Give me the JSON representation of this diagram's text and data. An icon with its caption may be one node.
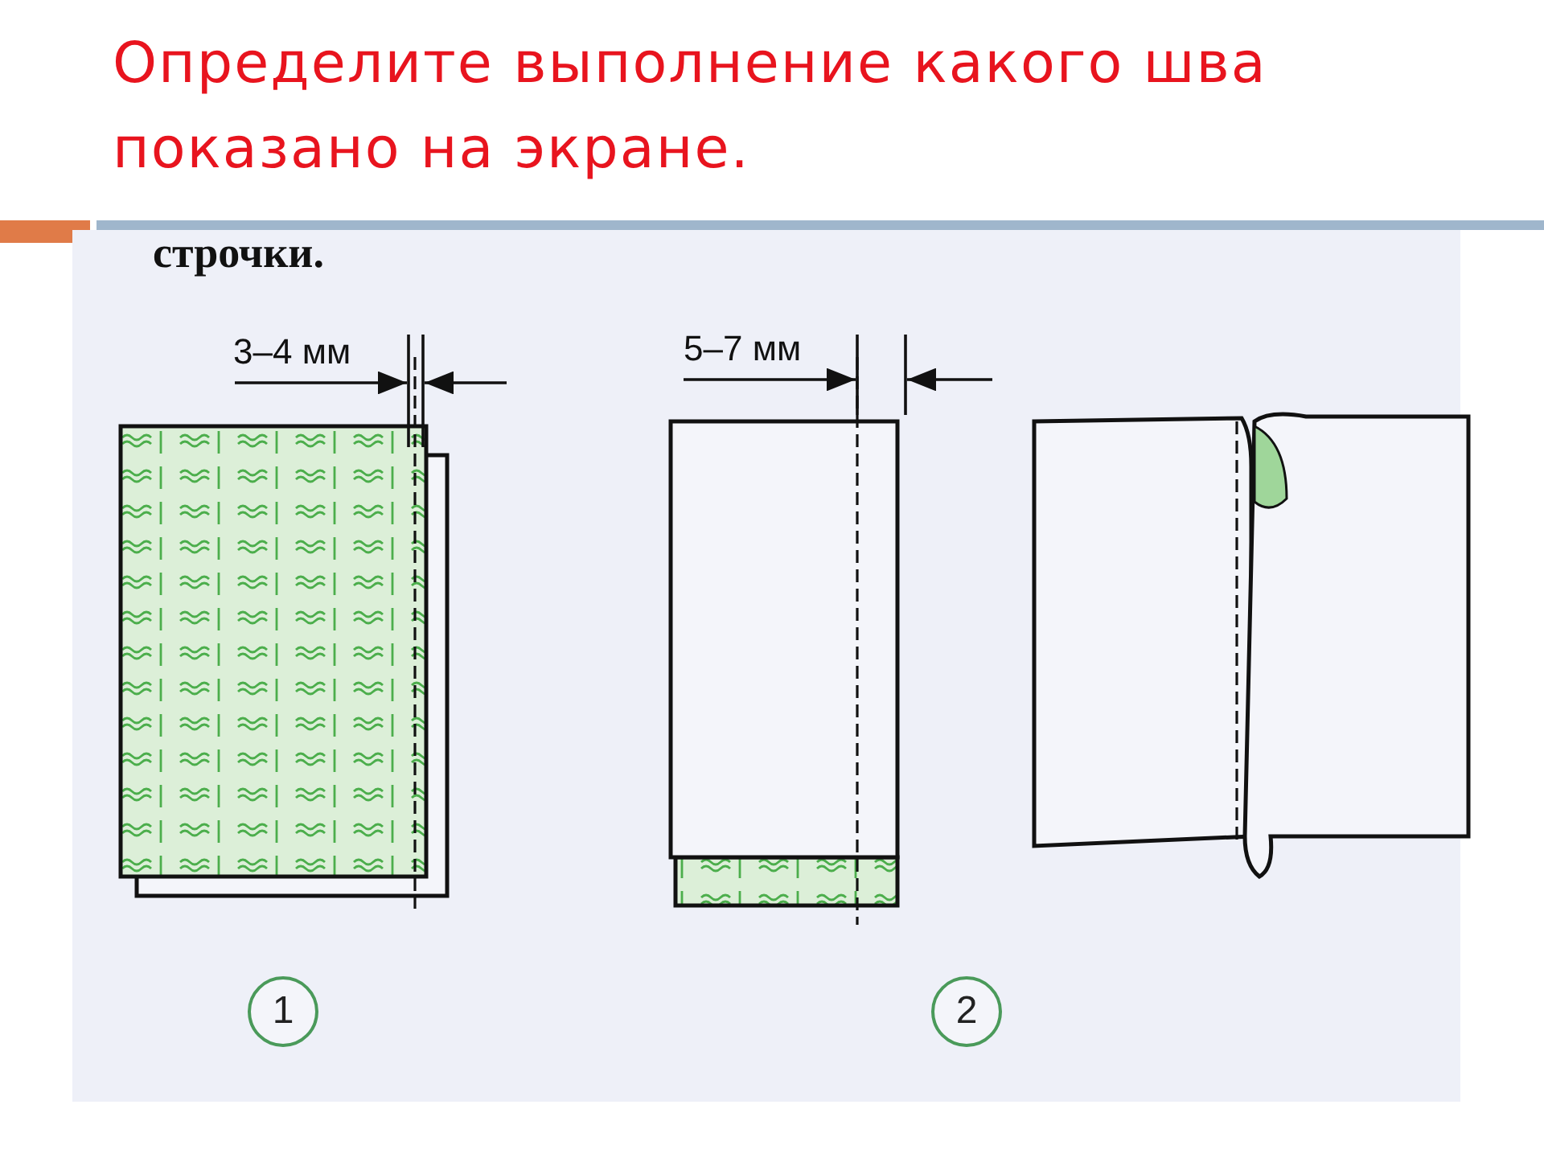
{
  "diagram": {
    "title": "Определите выполнение какого шва показано на экране.",
    "labels": [
      "строчки.",
      "3–4 мм",
      "5–7 мм",
      "1",
      "2"
    ]
  }
}
